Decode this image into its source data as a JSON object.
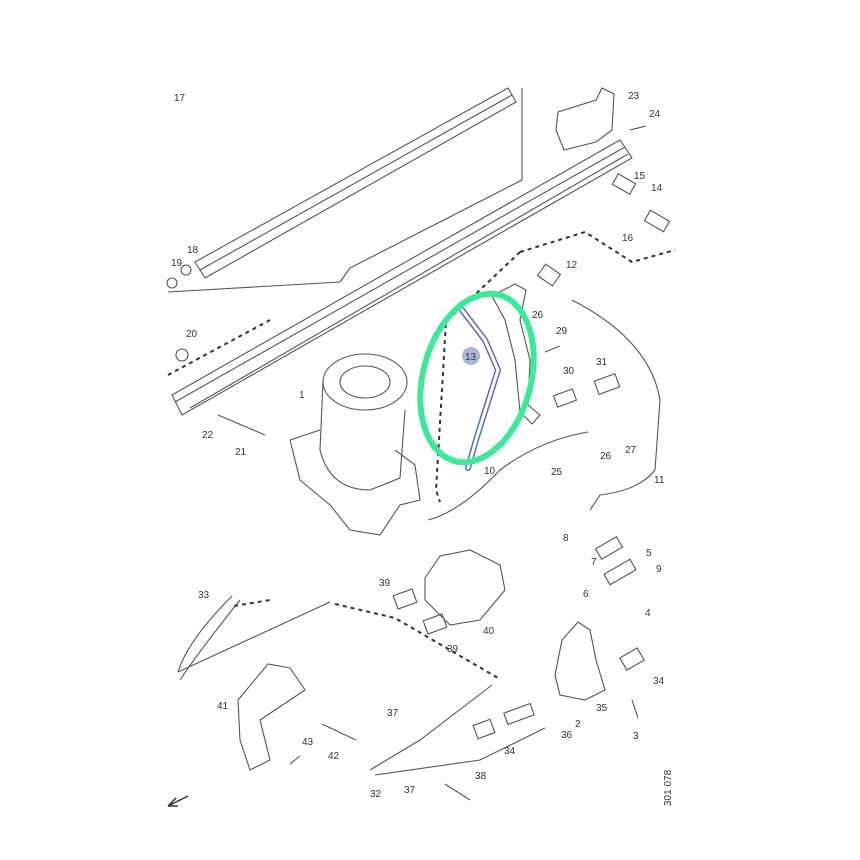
{
  "diagram": {
    "highlighted_part": "13",
    "highlight_color": "#3ee89a",
    "highlight_part_color": "#5a6fb0",
    "highlight_badge_color": "#a9b9d8",
    "reference_code": "301 078",
    "labels": {
      "p17": "17",
      "p23": "23",
      "p24": "24",
      "p15": "15",
      "p14": "14",
      "p16": "16",
      "p18": "18",
      "p19": "19",
      "p12": "12",
      "p26a": "26",
      "p29": "29",
      "p13": "13",
      "p31": "31",
      "p30": "30",
      "p20": "20",
      "p1": "1",
      "p22": "22",
      "p21": "21",
      "p26b": "26",
      "p27": "27",
      "p25": "25",
      "p11": "11",
      "p10": "10",
      "p8": "8",
      "p7": "7",
      "p5": "5",
      "p9": "9",
      "p6": "6",
      "p4": "4",
      "p39a": "39",
      "p33": "33",
      "p40": "40",
      "p39b": "39",
      "p34a": "34",
      "p41": "41",
      "p35": "35",
      "p37a": "37",
      "p2": "2",
      "p36": "36",
      "p3": "3",
      "p43": "43",
      "p42": "42",
      "p34b": "34",
      "p32": "32",
      "p37b": "37",
      "p38": "38"
    }
  }
}
